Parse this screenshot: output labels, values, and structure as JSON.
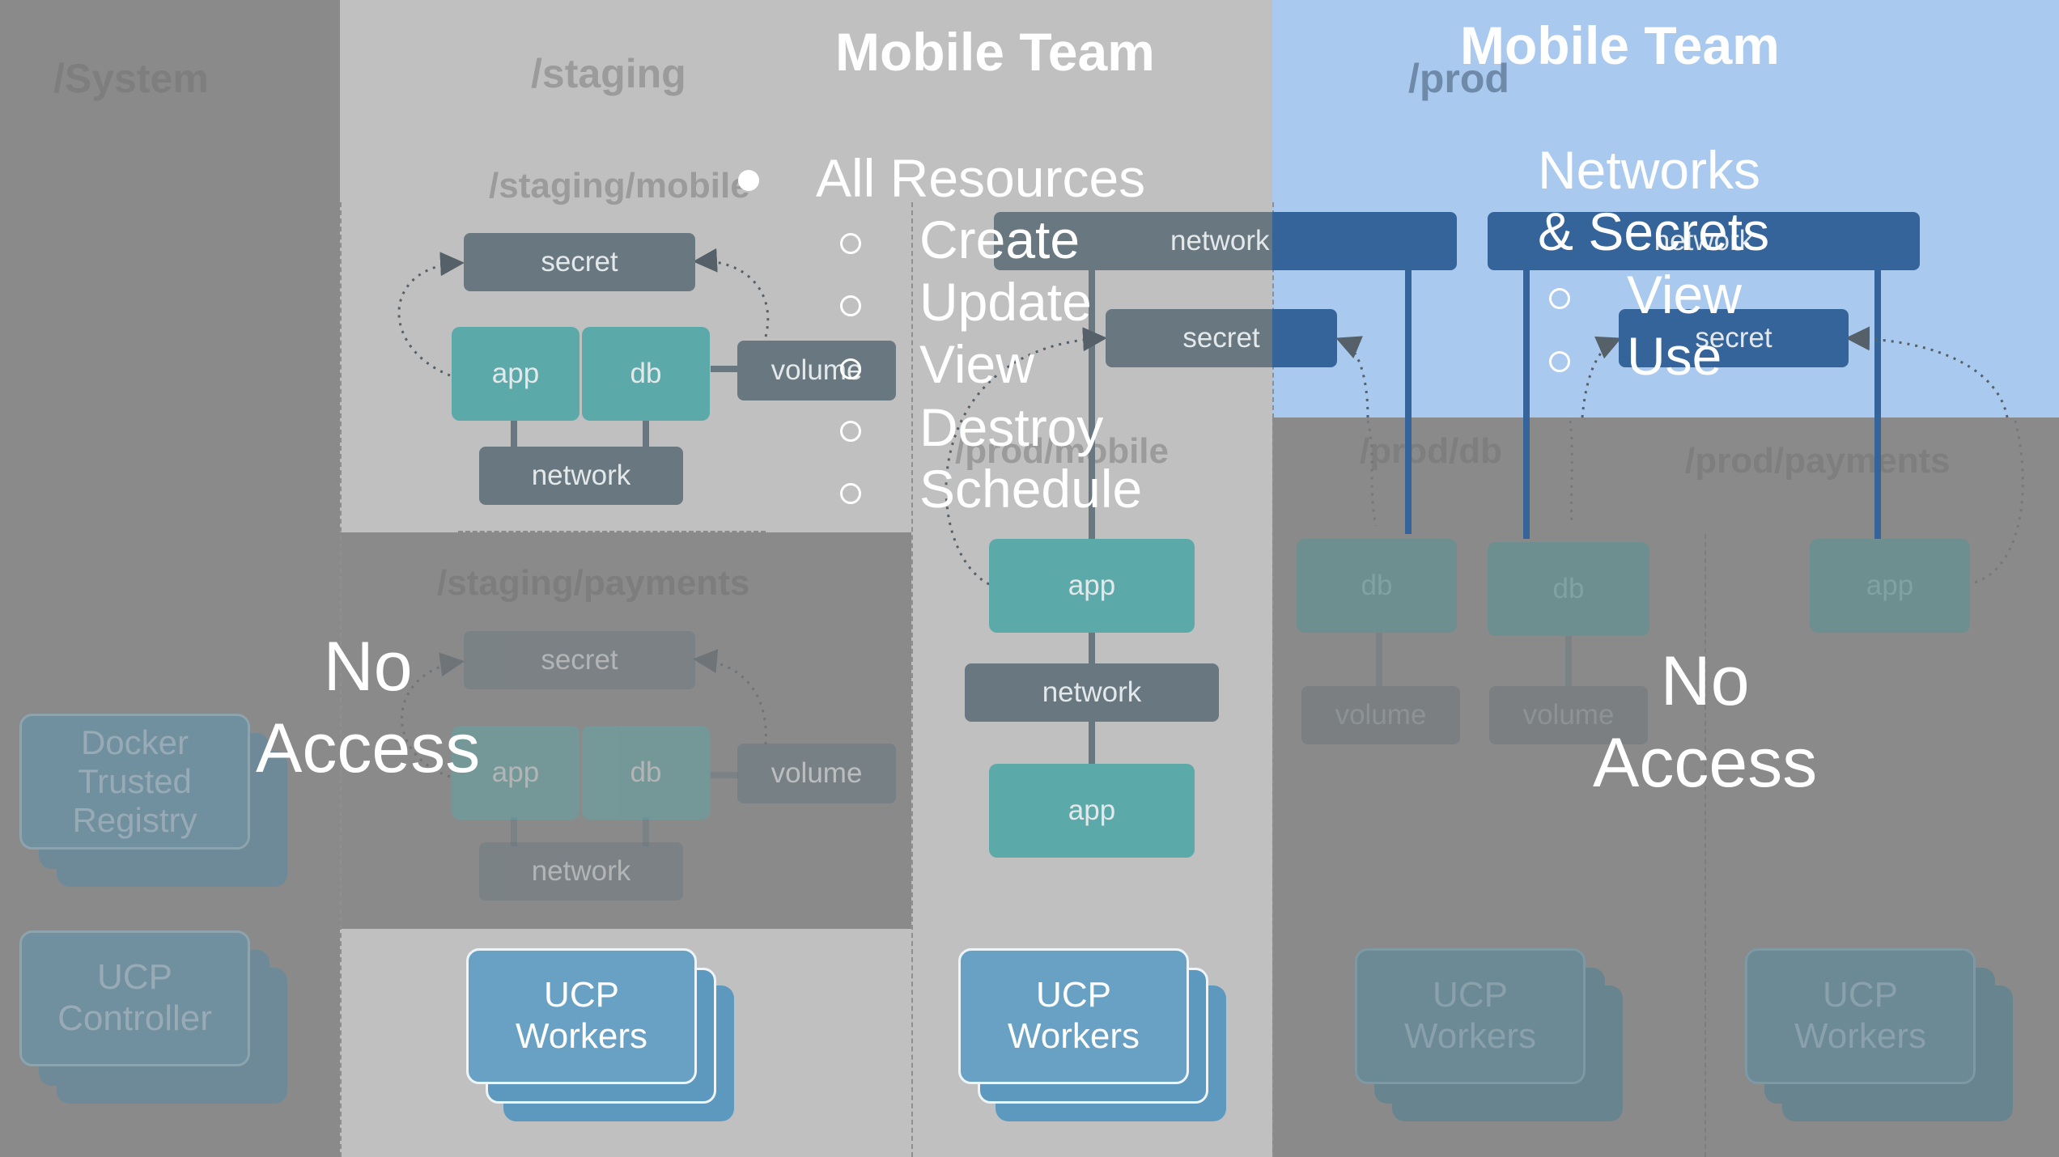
{
  "regions": {
    "system": {
      "title": "/System"
    },
    "staging": {
      "title": "/staging",
      "mobile": "/staging/mobile",
      "payments": "/staging/payments"
    },
    "prod": {
      "title": "/prod",
      "mobile": "/prod/mobile",
      "db": "/prod/db",
      "payments": "/prod/payments"
    }
  },
  "labels": {
    "secret": "secret",
    "app": "app",
    "db": "db",
    "volume": "volume",
    "network": "network"
  },
  "stacks": {
    "dtr": [
      "Docker",
      "Trusted",
      "Registry"
    ],
    "controller": [
      "UCP",
      "Controller"
    ],
    "workers": [
      "UCP",
      "Workers"
    ]
  },
  "overlay_left": {
    "team": "Mobile Team",
    "scope": "All Resources",
    "permissions": [
      "Create",
      "Update",
      "View",
      "Destroy",
      "Schedule"
    ],
    "no_access": [
      "No",
      "Access"
    ]
  },
  "overlay_right": {
    "team": "Mobile Team",
    "scope": [
      "Networks",
      "& Secrets"
    ],
    "permissions": [
      "View",
      "Use"
    ],
    "no_access": [
      "No",
      "Access"
    ]
  },
  "colors": {
    "system_bg": "#8a8a8a",
    "staging_bg": "#c0c0c0",
    "prod_highlight": "#a9c9ef",
    "gray_box": "#697880",
    "teal_box": "#5ba9a9",
    "blue_box": "#35649a",
    "worker_card": "#69a1c5"
  }
}
